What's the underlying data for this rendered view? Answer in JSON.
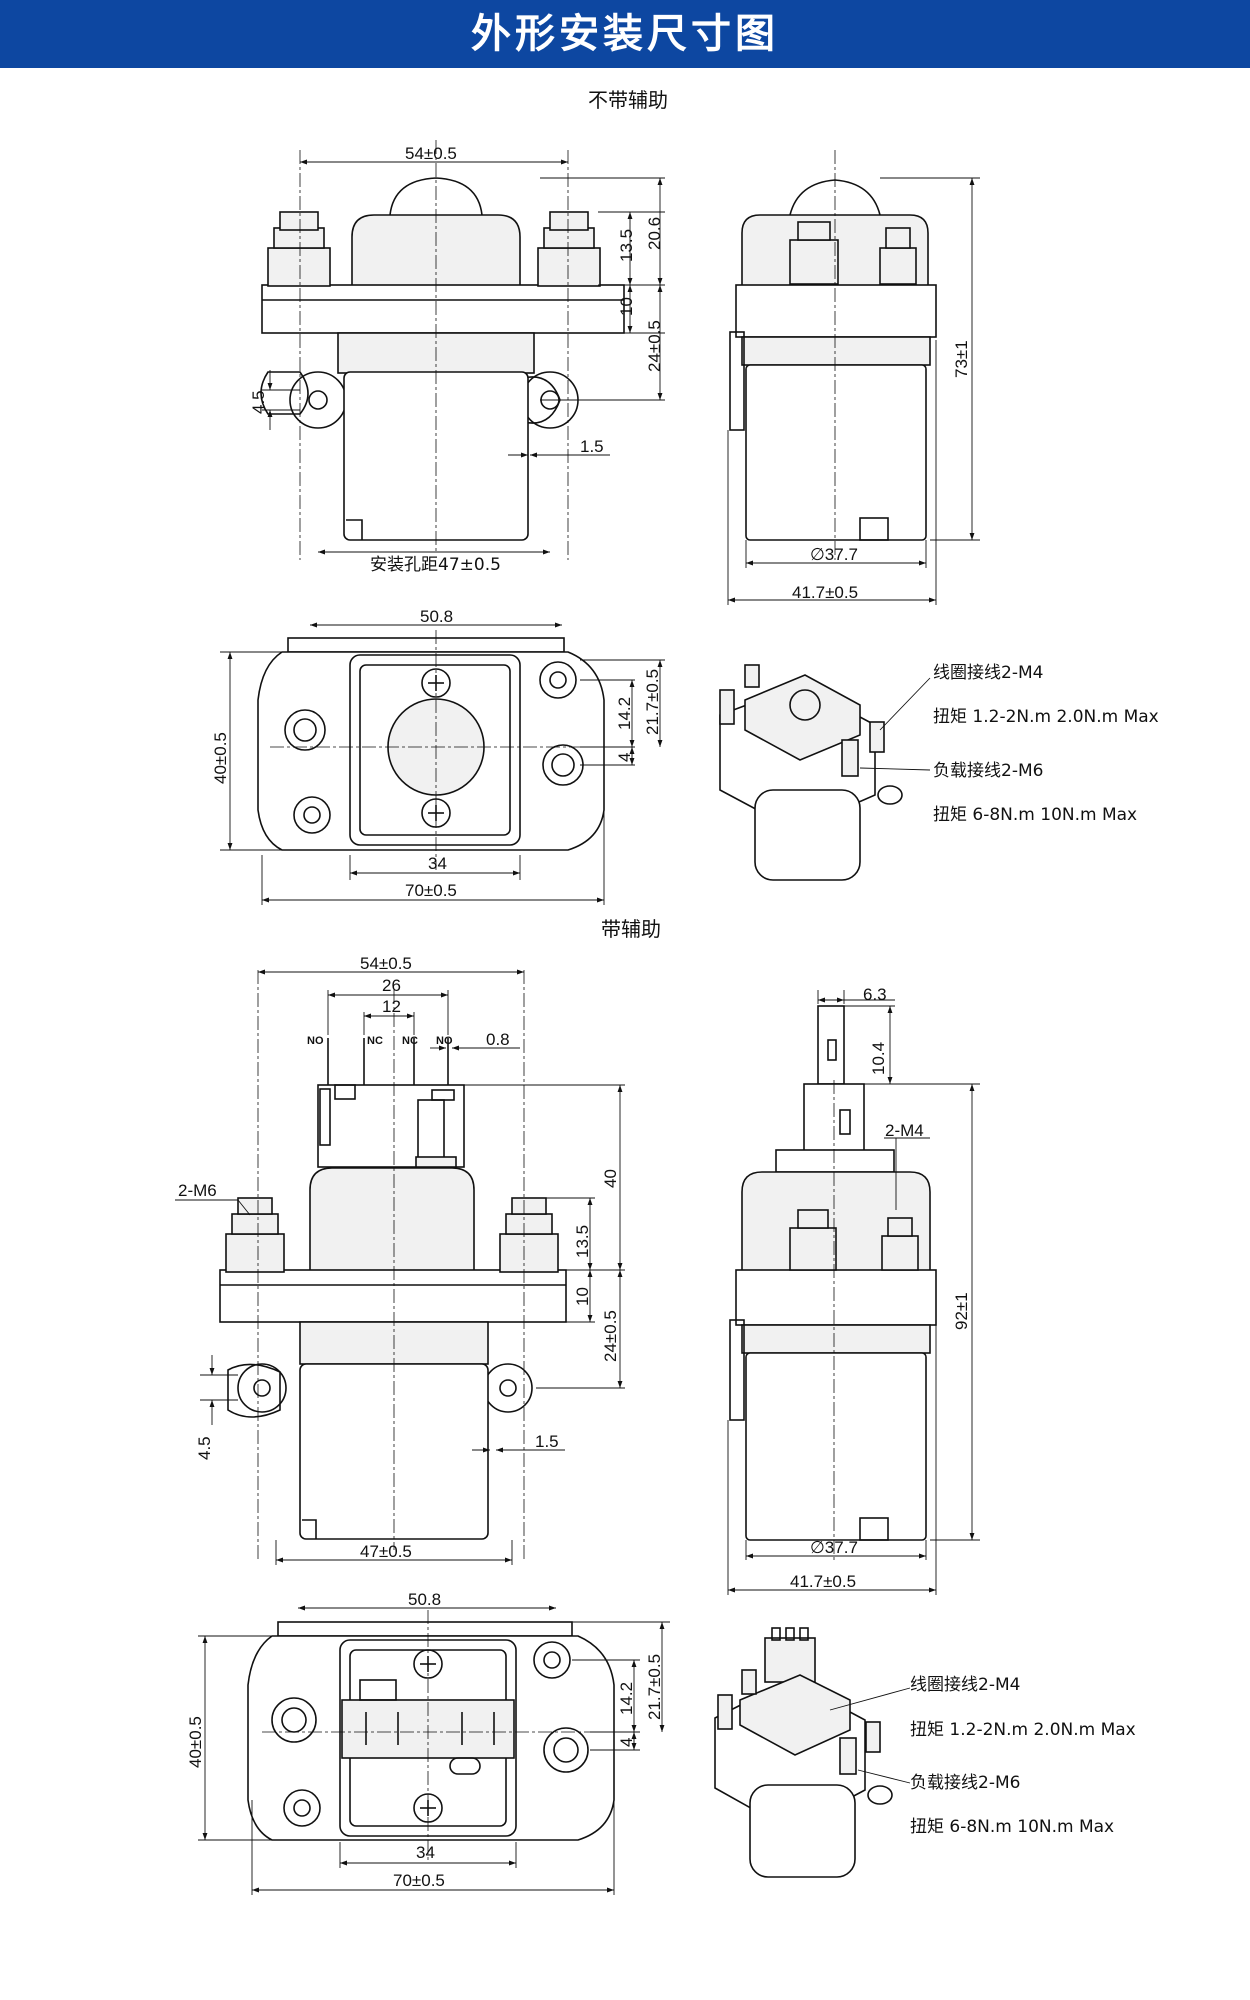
{
  "header": {
    "title": "外形安装尺寸图"
  },
  "sections": {
    "without_aux": "不带辅助",
    "with_aux": "带辅助"
  },
  "view1": {
    "width": "54±0.5",
    "h13": "13.5",
    "h20": "20.6",
    "h10": "10",
    "h24": "24±0.5",
    "h45": "4.5",
    "offset": "1.5",
    "mount": "安装孔距47±0.5"
  },
  "view2": {
    "height": "73±1",
    "diameter": "∅37.7",
    "width": "41.7±0.5"
  },
  "view3": {
    "w50": "50.8",
    "h40": "40±0.5",
    "h14": "14.2",
    "h21": "21.7±0.5",
    "h4": "4",
    "w34": "34",
    "w70": "70±0.5"
  },
  "notes1": {
    "coil": "线圈接线2-M4",
    "coil_torque": "扭矩 1.2-2N.m  2.0N.m Max",
    "load": "负载接线2-M6",
    "load_torque": "扭矩 6-8N.m  10N.m Max"
  },
  "view4": {
    "width": "54±0.5",
    "w26": "26",
    "w12": "12",
    "t08": "0.8",
    "no1": "NO",
    "nc1": "NC",
    "nc2": "NC",
    "no2": "NO",
    "m6": "2-M6",
    "h40": "40",
    "h13": "13.5",
    "h10": "10",
    "h24": "24±0.5",
    "h45": "4.5",
    "offset": "1.5",
    "w47": "47±0.5"
  },
  "view5": {
    "w63": "6.3",
    "h104": "10.4",
    "m4": "2-M4",
    "height": "92±1",
    "diameter": "∅37.7",
    "width": "41.7±0.5"
  },
  "view6": {
    "w50": "50.8",
    "h40": "40±0.5",
    "h14": "14.2",
    "h21": "21.7±0.5",
    "h4": "4",
    "w34": "34",
    "w70": "70±0.5"
  },
  "notes2": {
    "coil": "线圈接线2-M4",
    "coil_torque": "扭矩 1.2-2N.m  2.0N.m Max",
    "load": "负载接线2-M6",
    "load_torque": "扭矩 6-8N.m  10N.m Max"
  }
}
